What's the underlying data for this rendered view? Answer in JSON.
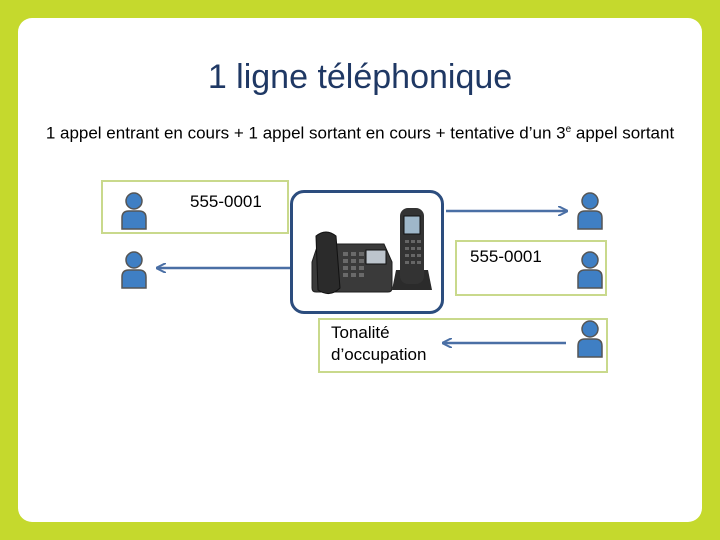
{
  "slide": {
    "title": "1 ligne téléphonique",
    "subtitle_main": "1 appel entrant en cours + 1 appel sortant en cours + tentative d’un 3",
    "subtitle_sup": "e",
    "subtitle_end": " appel sortant"
  },
  "calls": {
    "call1_label": "555-0001",
    "call2_label": "555-0001",
    "call3_label_line1": "Tonalité",
    "call3_label_line2": "d’occupation"
  },
  "colors": {
    "background": "#c5d92d",
    "title": "#1f3864",
    "arrow": "#4a6fa5",
    "box_border": "#c9d98c",
    "phone_frame": "#2c4d7e"
  }
}
